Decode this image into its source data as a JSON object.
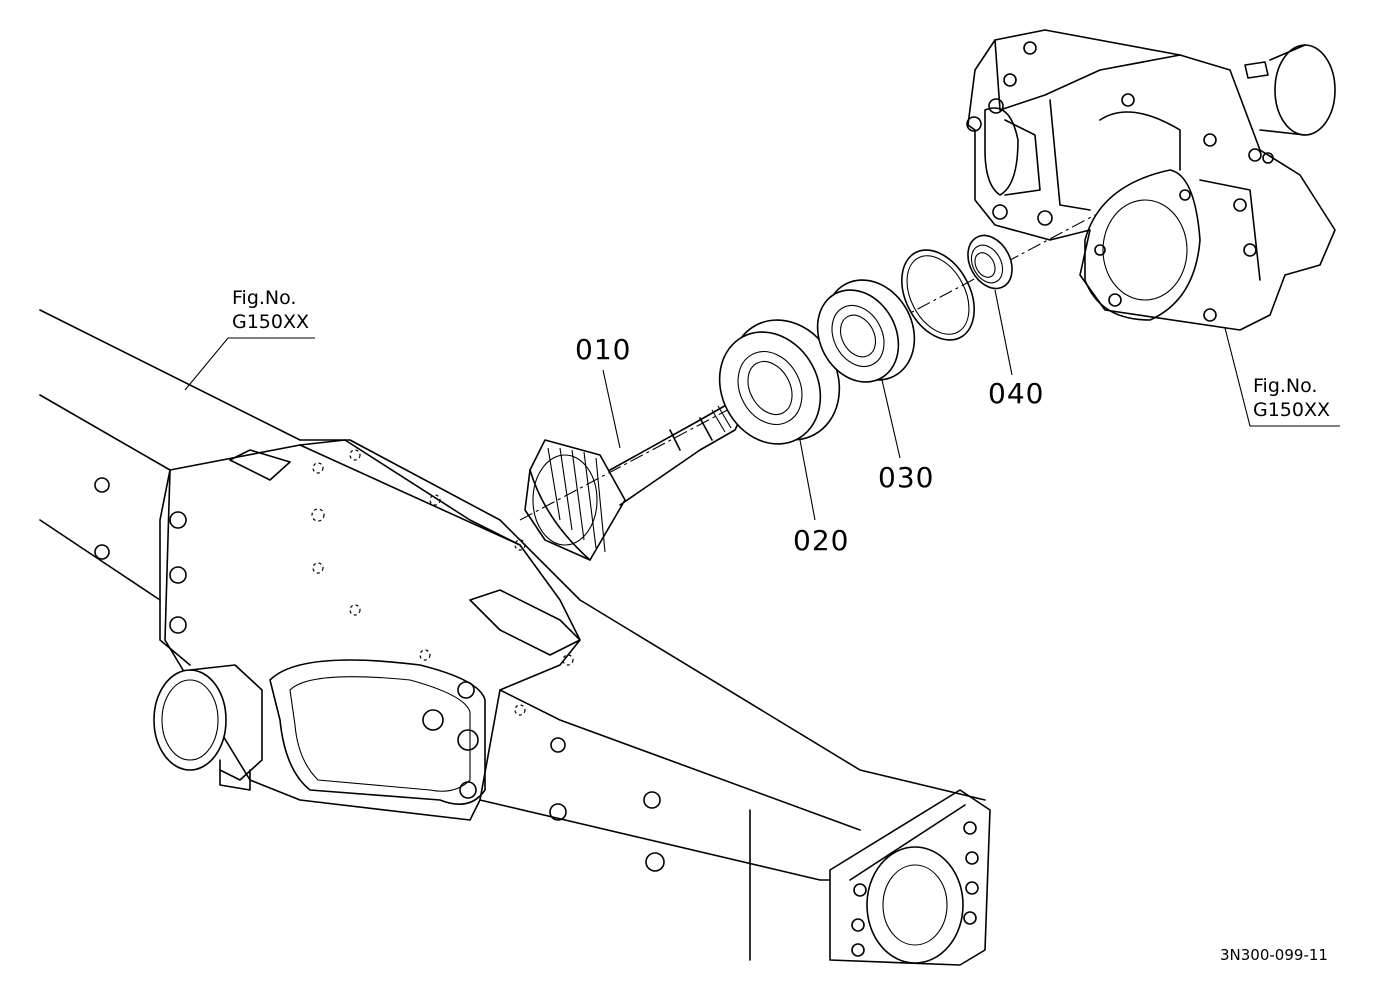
{
  "parts": [
    {
      "number": "010",
      "name": ""
    },
    {
      "number": "020",
      "name": ""
    },
    {
      "number": "030",
      "name": ""
    },
    {
      "number": "040",
      "name": ""
    }
  ],
  "figure_refs": [
    {
      "prefix": "Fig.No.",
      "code": "G150XX"
    },
    {
      "prefix": "Fig.No.",
      "code": "G150XX"
    }
  ],
  "drawing_code": "3N300-099-11"
}
